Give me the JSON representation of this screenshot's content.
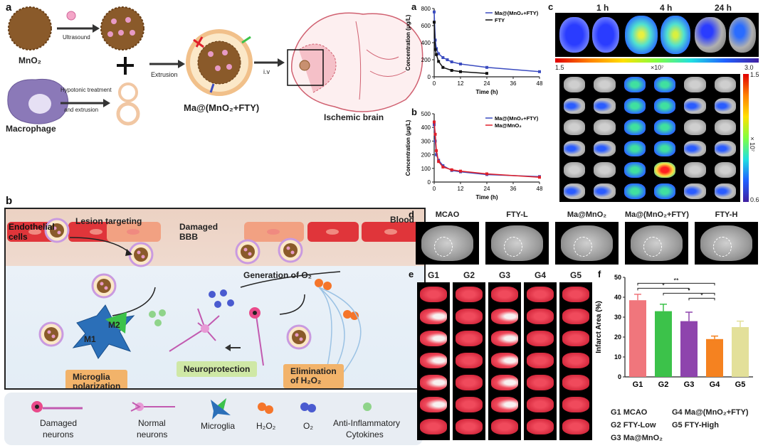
{
  "panel_letters": {
    "a": "a",
    "b": "b",
    "a2": "a",
    "b2": "b",
    "c": "c",
    "d": "d",
    "e": "e",
    "f": "f"
  },
  "panel_a": {
    "mno2": "MnO₂",
    "ultrasound": "Ultrasound",
    "hypotonic1": "Hypotonic treatment",
    "hypotonic2": "and extrusion",
    "macrophage": "Macrophage",
    "extrusion": "Extrusion",
    "iv": "i.v",
    "product": "Ma@(MnO₂+FTY)",
    "brain": "Ischemic brain"
  },
  "panel_b": {
    "lesion_targeting": "Lesion targeting",
    "blood": "Blood",
    "endothelial1": "Endothelial",
    "endothelial2": "cells",
    "damaged1": "Damaged",
    "damaged2": "BBB",
    "generation": "Generation of O₂",
    "m1": "M1",
    "m2": "M2",
    "microglia_pol1": "Microglia",
    "microglia_pol2": "polarization",
    "neuroprotection": "Neuroprotection",
    "elimination1": "Elimination",
    "elimination2": "of H₂O₂"
  },
  "legend": {
    "damaged_neurons1": "Damaged",
    "damaged_neurons2": "neurons",
    "normal_neurons1": "Normal",
    "normal_neurons2": "neurons",
    "microglia": "Microglia",
    "h2o2": "H₂O₂",
    "o2": "O₂",
    "cytokines1": "Anti-Inflammatory",
    "cytokines2": "Cytokines"
  },
  "panel_c": {
    "times": [
      "1 h",
      "4 h",
      "24 h"
    ],
    "scale_min": "1.5",
    "scale_mult": "×10⁷",
    "scale_max": "3.0",
    "side_max": "1.5",
    "side_min": "0.6",
    "side_mult": "×10⁷"
  },
  "panel_d": {
    "labels": [
      "MCAO",
      "FTY-L",
      "Ma@MnO₂",
      "Ma@(MnO₂+FTY)",
      "FTY-H"
    ]
  },
  "panel_e": {
    "labels": [
      "G1",
      "G2",
      "G3",
      "G4",
      "G5"
    ]
  },
  "panel_f": {
    "groups": [
      {
        "code": "G1",
        "name": "MCAO"
      },
      {
        "code": "G2",
        "name": "FTY-Low"
      },
      {
        "code": "G3",
        "name": "Ma@MnO₂"
      },
      {
        "code": "G4",
        "name": "Ma@(MnO₂+FTY)"
      },
      {
        "code": "G5",
        "name": "FTY-High"
      }
    ],
    "sig": [
      "**",
      "*",
      "*",
      "*"
    ]
  },
  "colors": {
    "bar_g1": "#f0767c",
    "bar_g2": "#3cc24a",
    "bar_g3": "#8e44ad",
    "bar_g4": "#f58220",
    "bar_g5": "#e3e09a",
    "series_blue": "#3b4cc0",
    "series_red": "#e0202a",
    "series_black": "#111111"
  },
  "chart_data": [
    {
      "type": "line",
      "title": "",
      "xlabel": "Time (h)",
      "ylabel": "Concentration (μg/L)",
      "xlim": [
        0,
        48
      ],
      "ylim": [
        0,
        800
      ],
      "xticks": [
        0,
        12,
        24,
        36,
        48
      ],
      "yticks": [
        0,
        200,
        400,
        600,
        800
      ],
      "series": [
        {
          "name": "Ma@(MnO₂+FTY)",
          "color": "#3b4cc0",
          "x": [
            0,
            0.5,
            1,
            2,
            4,
            6,
            8,
            12,
            24,
            48
          ],
          "y": [
            760,
            430,
            330,
            270,
            225,
            200,
            175,
            150,
            110,
            60
          ]
        },
        {
          "name": "FTY",
          "color": "#111111",
          "x": [
            0,
            0.5,
            1,
            2,
            4,
            8,
            12,
            24
          ],
          "y": [
            640,
            320,
            260,
            180,
            110,
            75,
            60,
            40
          ]
        }
      ]
    },
    {
      "type": "line",
      "title": "",
      "xlabel": "Time (h)",
      "ylabel": "Concentration (μg/L)",
      "xlim": [
        0,
        48
      ],
      "ylim": [
        0,
        500
      ],
      "xticks": [
        0,
        12,
        24,
        36,
        48
      ],
      "yticks": [
        0,
        100,
        200,
        300,
        400,
        500
      ],
      "series": [
        {
          "name": "Ma@(MnO₂+FTY)",
          "color": "#3b4cc0",
          "x": [
            0,
            0.5,
            1,
            2,
            4,
            8,
            12,
            24,
            48
          ],
          "y": [
            420,
            300,
            200,
            160,
            120,
            85,
            75,
            55,
            40
          ]
        },
        {
          "name": "Ma@MnO₂",
          "color": "#e0202a",
          "x": [
            0,
            0.5,
            1,
            2,
            4,
            8,
            12,
            24,
            48
          ],
          "y": [
            440,
            350,
            230,
            150,
            110,
            90,
            80,
            60,
            35
          ]
        }
      ]
    },
    {
      "type": "bar",
      "title": "",
      "xlabel": "",
      "ylabel": "Infarct Area (%)",
      "categories": [
        "G1",
        "G2",
        "G3",
        "G4",
        "G5"
      ],
      "values": [
        38.5,
        33,
        28,
        19,
        25
      ],
      "errors": [
        3,
        3.5,
        4.5,
        1.5,
        3
      ],
      "ylim": [
        0,
        50
      ],
      "yticks": [
        0,
        10,
        20,
        30,
        40,
        50
      ]
    }
  ]
}
